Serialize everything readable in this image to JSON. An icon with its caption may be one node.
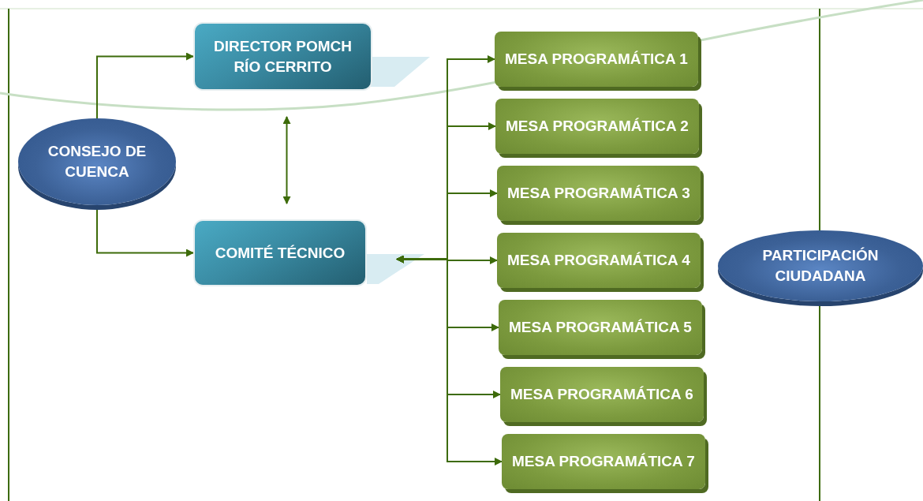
{
  "diagram": {
    "nodes": [
      {
        "text": [
          "CONSEJO DE CUENCA"
        ]
      },
      {
        "text": [
          "DIRECTOR POMCH RÍO CERRITO"
        ]
      },
      {
        "text": [
          "COMITÉ TÉCNICO"
        ]
      },
      {
        "text": [
          "MESA PROGRAMÁTICA 1"
        ]
      },
      {
        "text": [
          "MESA PROGRAMÁTICA 2"
        ]
      },
      {
        "text": [
          "MESA PROGRAMÁTICA 3"
        ]
      },
      {
        "text": [
          "MESA PROGRAMÁTICA 4"
        ]
      },
      {
        "text": [
          "MESA PROGRAMÁTICA 5"
        ]
      },
      {
        "text": [
          "MESA PROGRAMÁTICA 6"
        ]
      },
      {
        "text": [
          "MESA PROGRAMÁTICA 7"
        ]
      },
      {
        "text": [
          "PARTICIPACIÓN CIUDADANA"
        ]
      }
    ],
    "edges": [
      {
        "from": 0,
        "to": 1,
        "arrow": "to"
      },
      {
        "from": 0,
        "to": 2,
        "arrow": "to"
      },
      {
        "from": 1,
        "to": 2,
        "arrow": "both"
      },
      {
        "from": 2,
        "to": 3,
        "arrow": "both"
      },
      {
        "from": 2,
        "to": 4,
        "arrow": "both"
      },
      {
        "from": 2,
        "to": 5,
        "arrow": "both"
      },
      {
        "from": 2,
        "to": 6,
        "arrow": "both"
      },
      {
        "from": 2,
        "to": 7,
        "arrow": "both"
      },
      {
        "from": 2,
        "to": 8,
        "arrow": "both"
      },
      {
        "from": 2,
        "to": 9,
        "arrow": "both"
      }
    ]
  }
}
